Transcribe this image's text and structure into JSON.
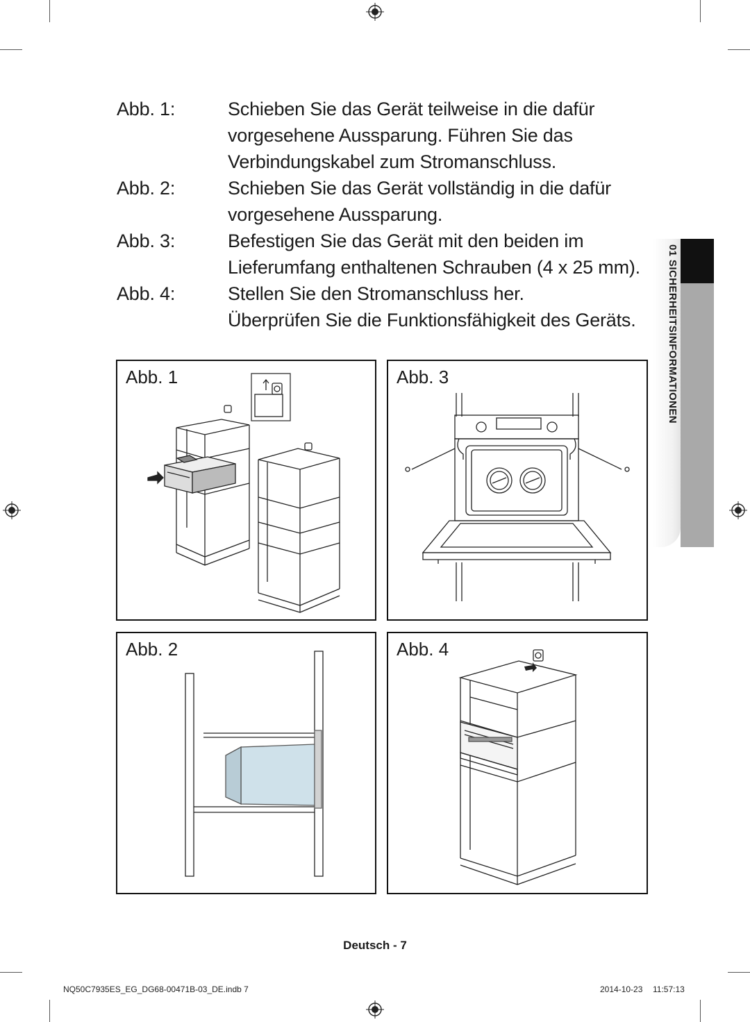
{
  "instructions": [
    {
      "label": "Abb. 1:",
      "lines": [
        "Schieben Sie das Gerät teilweise in die dafür",
        "vorgesehene Aussparung. Führen Sie das",
        "Verbindungskabel zum Stromanschluss."
      ]
    },
    {
      "label": "Abb. 2:",
      "lines": [
        "Schieben Sie das Gerät vollständig in die dafür",
        "vorgesehene Aussparung."
      ]
    },
    {
      "label": "Abb. 3:",
      "lines": [
        "Befestigen Sie das Gerät mit den beiden im",
        "Lieferumfang enthaltenen Schrauben (4 x 25 mm)."
      ]
    },
    {
      "label": "Abb. 4:",
      "lines": [
        "Stellen Sie den Stromanschluss her.",
        "Überprüfen Sie die Funktionsfähigkeit des Geräts."
      ]
    }
  ],
  "figures": {
    "fig1": "Abb. 1",
    "fig2": "Abb. 2",
    "fig3": "Abb. 3",
    "fig4": "Abb. 4"
  },
  "side_tab": "01  SICHERHEITSINFORMATIONEN",
  "footer": {
    "page": "Deutsch - 7",
    "file": "NQ50C7935ES_EG_DG68-00471B-03_DE.indb   7",
    "date": "2014-10-23",
    "time": "11:57:13"
  }
}
